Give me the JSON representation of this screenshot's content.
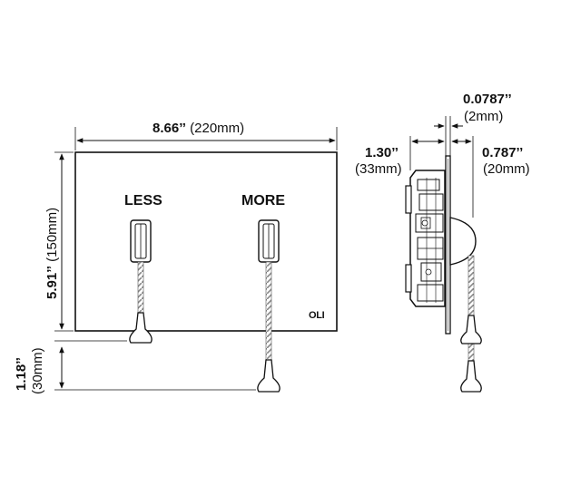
{
  "front_view": {
    "width_label": {
      "value": "8.66’’",
      "metric": "(220mm)"
    },
    "height_label": {
      "value": "5.91’’",
      "metric": "(150mm)"
    },
    "cable_label": {
      "value": "1.18’’",
      "metric": "(30mm)"
    },
    "buttons": [
      {
        "label": "LESS"
      },
      {
        "label": "MORE"
      }
    ],
    "brand": "OLI"
  },
  "side_view": {
    "depth_label": {
      "value": "1.30’’",
      "metric": "(33mm)"
    },
    "thickness_label": {
      "value": "0.0787’’",
      "metric": "(2mm)"
    },
    "protrusion_label": {
      "value": "0.787’’",
      "metric": "(20mm)"
    }
  },
  "colors": {
    "line": "#111111",
    "background": "#ffffff",
    "rope": "#8a8a8a"
  }
}
